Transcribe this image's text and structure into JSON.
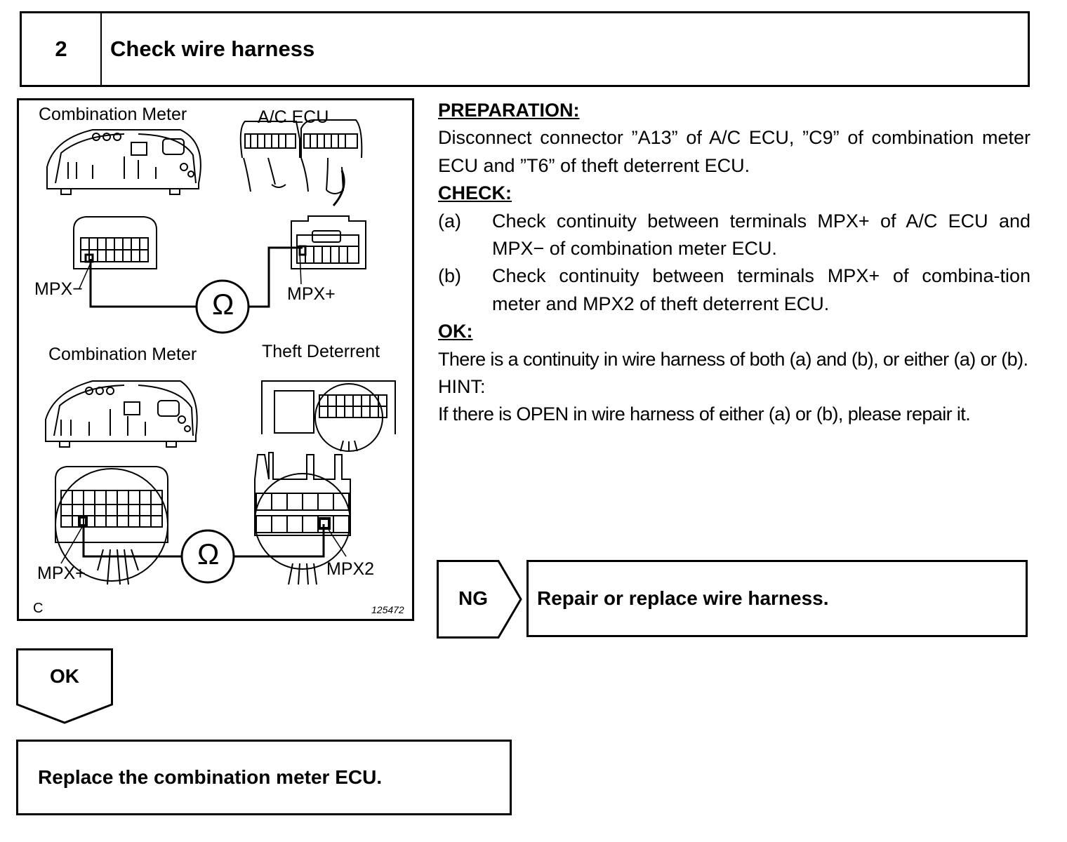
{
  "step": {
    "number": "2",
    "title": "Check wire harness"
  },
  "figure": {
    "labels": {
      "combination_meter_top": "Combination Meter",
      "ac_ecu": "A/C ECU",
      "mpx_minus": "MPX−",
      "mpx_plus_top": "MPX+",
      "combination_meter_bottom": "Combination Meter",
      "theft_deterrent": "Theft Deterrent",
      "mpx_plus_bottom": "MPX+",
      "mpx2": "MPX2",
      "ohm_symbol": "Ω",
      "corner_letter": "C",
      "figure_code": "125472"
    }
  },
  "procedure": {
    "preparation": {
      "heading": "PREPARATION:",
      "text": "Disconnect connector ”A13” of A/C ECU, ”C9” of combination meter ECU and ”T6” of theft deterrent ECU."
    },
    "check": {
      "heading": "CHECK:",
      "items": [
        {
          "letter": "(a)",
          "text": "Check continuity between terminals MPX+ of A/C ECU and MPX− of combination meter ECU."
        },
        {
          "letter": "(b)",
          "text": "Check continuity between terminals MPX+ of combina-tion meter and MPX2 of theft deterrent ECU."
        }
      ]
    },
    "ok": {
      "heading": "OK:",
      "text": "There is a continuity in wire harness of both (a) and (b), or either (a) or (b)."
    },
    "hint": {
      "heading": "HINT:",
      "text": "If there is OPEN in wire harness of either (a) or (b), please repair it."
    }
  },
  "results": {
    "ng": {
      "label": "NG",
      "action": "Repair or replace wire harness."
    },
    "ok": {
      "label": "OK",
      "action": "Replace the combination meter ECU."
    }
  }
}
